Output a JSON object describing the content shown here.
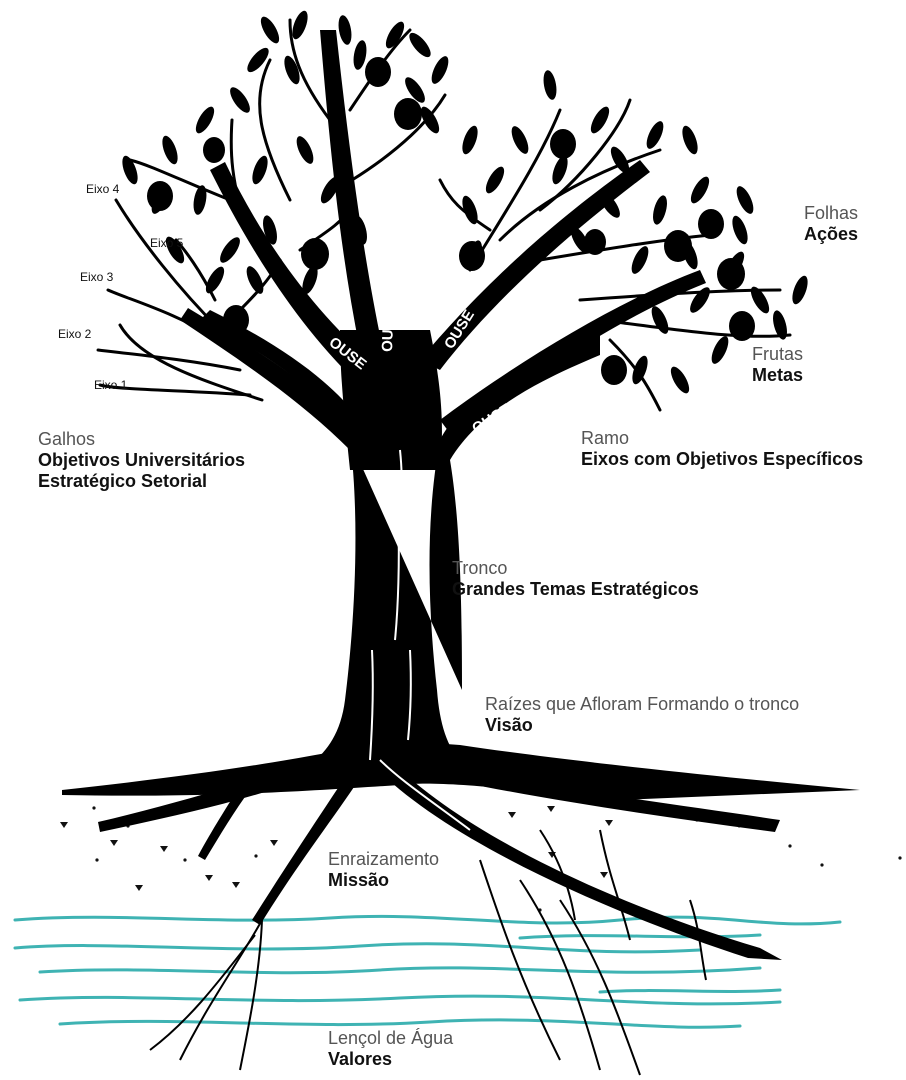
{
  "colors": {
    "tree": "#000000",
    "water": "#3fb3b3",
    "background": "#ffffff"
  },
  "trunk_word": "OUSE",
  "axes": [
    "Eixo 1",
    "Eixo 2",
    "Eixo 3",
    "Eixo 4",
    "Eixo 5"
  ],
  "labels": {
    "folhas": {
      "title": "Folhas",
      "value": "Ações"
    },
    "frutas": {
      "title": "Frutas",
      "value": "Metas"
    },
    "ramo": {
      "title": "Ramo",
      "value": "Eixos com Objetivos Específicos"
    },
    "galhos": {
      "title": "Galhos",
      "value_line1": "Objetivos Universitários",
      "value_line2": "Estratégico Setorial"
    },
    "tronco": {
      "title": "Tronco",
      "value": "Grandes Temas Estratégicos"
    },
    "raizes": {
      "title": "Raízes que Afloram Formando o tronco",
      "value": "Visão"
    },
    "enraizamento": {
      "title": "Enraizamento",
      "value": "Missão"
    },
    "lencol": {
      "title": "Lençol de Água",
      "value": "Valores"
    }
  }
}
